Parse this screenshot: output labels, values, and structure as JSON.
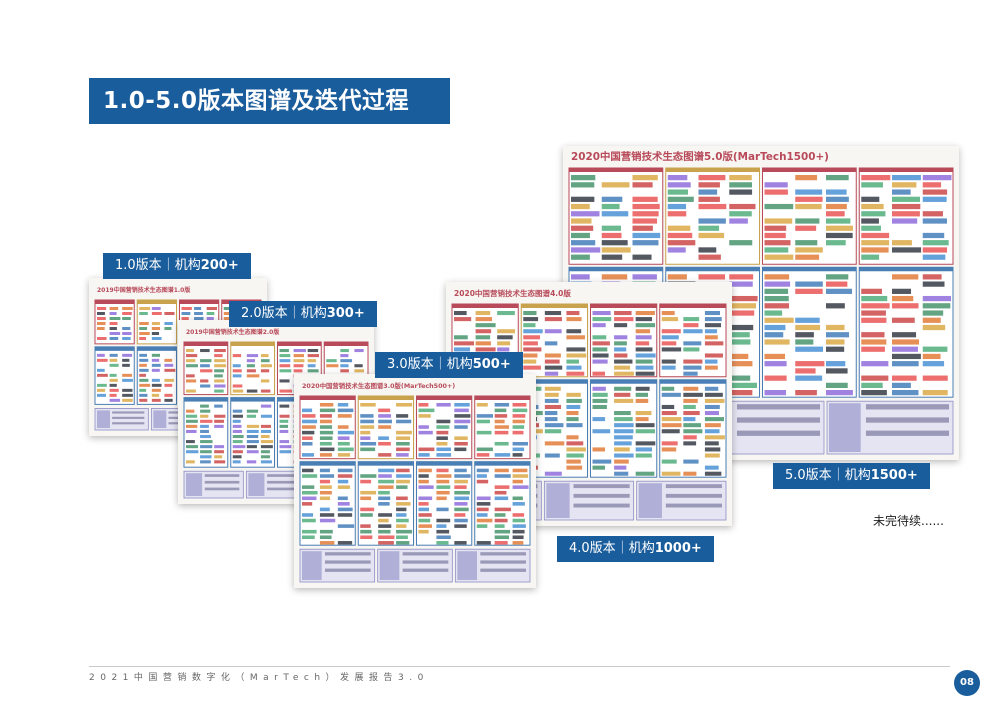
{
  "header": {
    "title": "1.0-5.0版本图谱及迭代过程"
  },
  "versions": [
    {
      "id": "v1",
      "version": "1.0版本",
      "sep": "｜",
      "org": "机构",
      "count": "200+",
      "card_title": "2019中国营销技术生态图谱1.0版",
      "theme": "#b84a5a"
    },
    {
      "id": "v2",
      "version": "2.0版本",
      "sep": "｜",
      "org": "机构",
      "count": "300+",
      "card_title": "2019中国营销技术生态图谱2.0版",
      "theme": "#b84a5a"
    },
    {
      "id": "v3",
      "version": "3.0版本",
      "sep": "｜",
      "org": "机构",
      "count": "500+",
      "card_title": "2020中国营销技术生态图谱3.0版(MarTech500+)",
      "theme": "#b84a5a"
    },
    {
      "id": "v4",
      "version": "4.0版本",
      "sep": "｜",
      "org": "机构",
      "count": "1000+",
      "card_title": "2020中国营销技术生态图谱4.0版",
      "theme": "#b84a5a"
    },
    {
      "id": "v5",
      "version": "5.0版本",
      "sep": "｜",
      "org": "机构",
      "count": "1500+",
      "card_title": "2020中国营销技术生态图谱5.0版(MarTech1500+)",
      "theme": "#b84a5a"
    }
  ],
  "pending_text": "未完待续......",
  "footer": {
    "text": "2021中国营销数字化（MarTech）发展报告3.0",
    "page": "08"
  },
  "colors": {
    "brand_blue": "#1a5d9c",
    "band_red": "#b84a5a",
    "band_gold": "#c9a24e",
    "band_blue": "#4a7fb5",
    "band_purple": "#8c8cc4"
  }
}
